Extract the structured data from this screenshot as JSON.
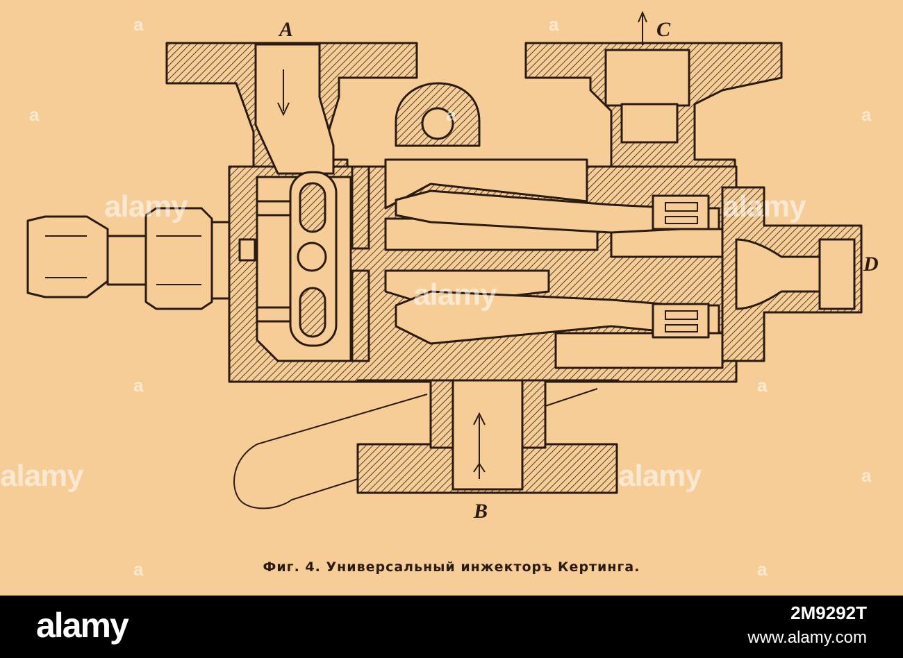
{
  "diagram": {
    "labels": {
      "a": "A",
      "b": "B",
      "c": "C",
      "d": "D"
    },
    "caption": "Фиг. 4. Универсальный инжекторъ Кертинга."
  },
  "watermark": {
    "text": "alamy",
    "mark": "a"
  },
  "footer": {
    "logo": "alamy",
    "image_id": "2M9292T",
    "site": "www.alamy.com"
  },
  "colors": {
    "paper": "#f6cd97",
    "ink": "#2a1a10",
    "footer": "#000000"
  }
}
